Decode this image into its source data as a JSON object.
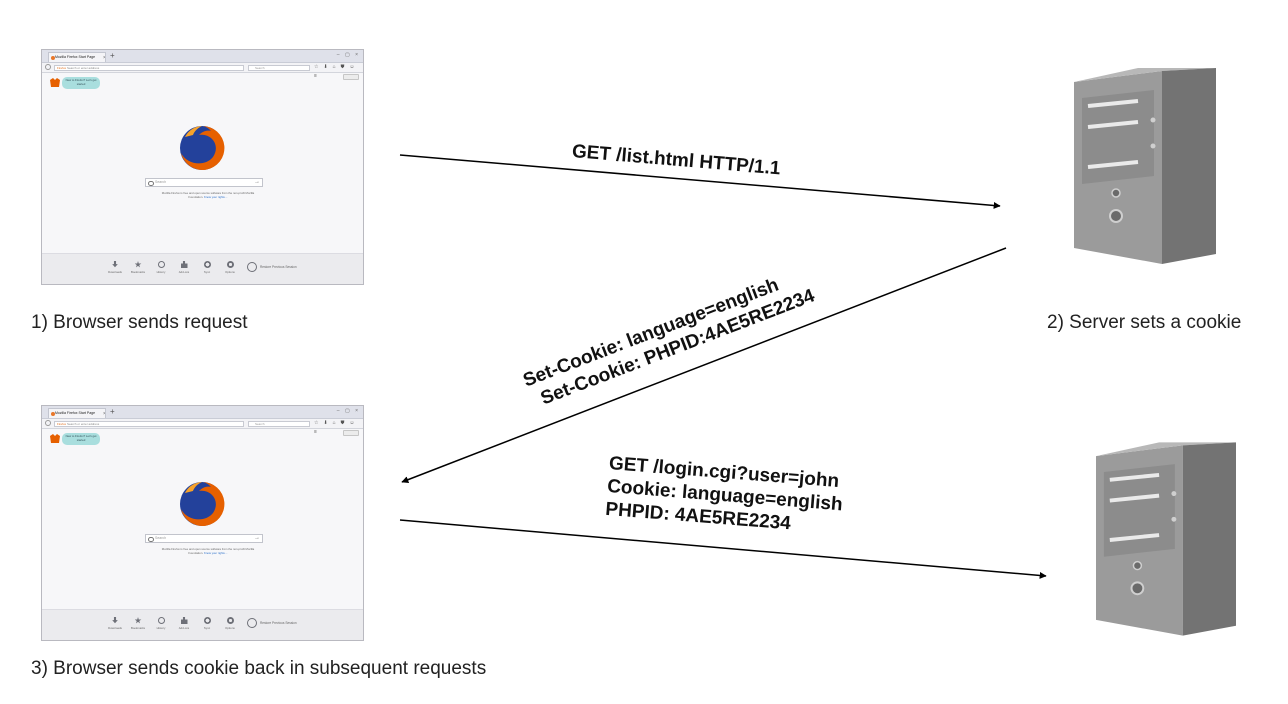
{
  "captions": {
    "step1": "1) Browser sends request",
    "step2": "2) Server sets a cookie",
    "step3": "3) Browser sends cookie back in subsequent requests"
  },
  "messages": {
    "request": [
      "GET /list.html HTTP/1.1"
    ],
    "response": [
      "Set-Cookie: language=english",
      "Set-Cookie: PHPID:4AE5RE2234"
    ],
    "followup": [
      "GET /login.cgi?user=john",
      "Cookie: language=english",
      "PHPID: 4AE5RE2234"
    ]
  },
  "browser": {
    "tab_title": "Mozilla Firefox Start Page",
    "tab_close": "×",
    "new_tab": "+",
    "window_controls": "– ▢ ×",
    "url_brand": "Firefox",
    "url_placeholder": "Search or enter address",
    "search_placeholder": "Search",
    "toolbar_icons": "☆ ⬇ ⌂ ⛊ ☺ ≡",
    "bubble_text": "New to Firefox? Let's get started",
    "page_search_placeholder": "Search",
    "page_search_go": "→",
    "snippet_text": "Mozilla Firefox is free and open source software from the non-profit Mozilla Foundation.",
    "snippet_link": "Know your rights…",
    "footer": {
      "downloads": "Downloads",
      "bookmarks": "Bookmarks",
      "history": "History",
      "addons": "Add-ons",
      "sync": "Sync",
      "options": "Options",
      "restore": "Restore Previous Session"
    }
  },
  "colors": {
    "server_front": "#9a9a9a",
    "server_side": "#777777",
    "arrow": "#000000",
    "firefox_orange": "#e66000",
    "firefox_blue": "#23419b"
  }
}
